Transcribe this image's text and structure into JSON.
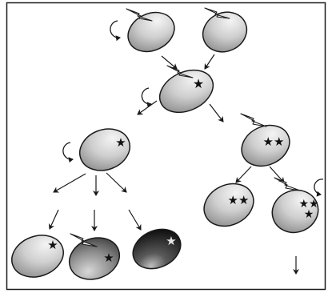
{
  "figure": {
    "background": "#ffffff",
    "stroke_color": "#1a1a1a",
    "shade_light": "#f2f2f2",
    "shade_mid": "#9a9a9a",
    "shade_dark": "#303030",
    "cells": [
      {
        "id": "top-left",
        "icons": [
          "lightning-bolt-icon",
          "cycle-arrow-icon"
        ],
        "stars": 0,
        "shading": "light"
      },
      {
        "id": "top-right",
        "icons": [
          "lightning-bolt-icon"
        ],
        "stars": 0,
        "shading": "light"
      },
      {
        "id": "middle",
        "icons": [
          "lightning-bolt-icon",
          "cycle-arrow-icon"
        ],
        "stars": 1,
        "shading": "light"
      },
      {
        "id": "left-mid",
        "icons": [
          "cycle-arrow-icon"
        ],
        "stars": 1,
        "shading": "light"
      },
      {
        "id": "right-mid",
        "icons": [
          "lightning-bolt-icon"
        ],
        "stars": 2,
        "shading": "light"
      },
      {
        "id": "bottom-1",
        "icons": [],
        "stars": 1,
        "shading": "light"
      },
      {
        "id": "bottom-2",
        "icons": [
          "lightning-bolt-icon"
        ],
        "stars": 1,
        "shading": "medium"
      },
      {
        "id": "bottom-3",
        "icons": [],
        "stars": 1,
        "shading": "dark"
      },
      {
        "id": "bottom-4",
        "icons": [],
        "stars": 2,
        "shading": "light"
      },
      {
        "id": "bottom-5",
        "icons": [
          "lightning-bolt-icon",
          "cycle-arrow-icon"
        ],
        "stars": 3,
        "shading": "light"
      }
    ],
    "arrows": [
      {
        "from": "top-left",
        "to": "middle"
      },
      {
        "from": "top-right",
        "to": "middle"
      },
      {
        "from": "middle",
        "to": "left-mid"
      },
      {
        "from": "middle",
        "to": "right-mid"
      },
      {
        "from": "left-mid",
        "to": "bottom-1"
      },
      {
        "from": "left-mid",
        "to": "bottom-2"
      },
      {
        "from": "left-mid",
        "to": "bottom-3"
      },
      {
        "from": "right-mid",
        "to": "bottom-4"
      },
      {
        "from": "right-mid",
        "to": "bottom-5"
      },
      {
        "from": "bottom-5",
        "to": "continuation"
      }
    ]
  }
}
